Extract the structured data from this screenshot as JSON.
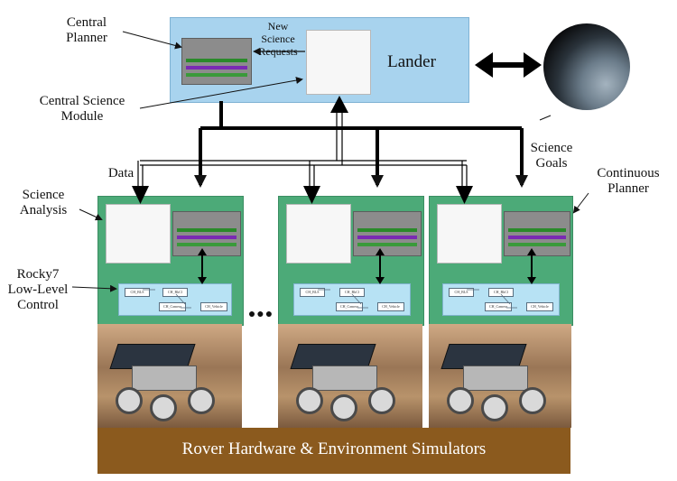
{
  "lander": {
    "title": "Lander",
    "new_science_requests": "New Science Requests"
  },
  "annotations": {
    "central_planner": "Central Planner",
    "central_science_module": "Central Science Module",
    "science_analysis": "Science Analysis",
    "rocky7_low_level_control": "Rocky7 Low-Level Control",
    "continuous_planner": "Continuous Planner",
    "science_goals": "Science Goals",
    "data": "Data"
  },
  "ellipsis": "●●●",
  "ground": {
    "title": "Rover Hardware & Environment Simulators"
  },
  "control_nodes": [
    "CH_BLS",
    "CH_BkCl",
    "CH_Camera",
    "CH_Vehicle"
  ],
  "colors": {
    "lander": "#a8d3ee",
    "unit": "#4caa78",
    "control": "#b7e2f4",
    "ground": "#8b5a1e"
  }
}
